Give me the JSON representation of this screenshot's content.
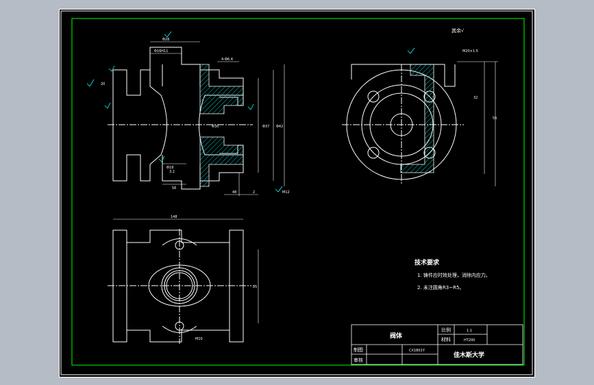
{
  "drawing": {
    "surface_note": "其余√",
    "technical_requirements": {
      "heading": "技术要求",
      "items": [
        "1. 铸件应时效处理，消除内应力。",
        "2. 未注圆角R3~R5。"
      ]
    },
    "title_block": {
      "part_name": "阀体",
      "scale_label": "比例",
      "scale_value": "1:1",
      "material_label": "材料",
      "material_value": "HT200",
      "drawn_label": "制图",
      "checked_label": "审核",
      "drawing_number": "CX1B01Y",
      "institution": "佳木斯大学"
    },
    "dimensions": {
      "top_d1": "Φ28",
      "top_d2": "Φ16H11",
      "thread_top": "4-Φ6.4",
      "bore_dia": "Φ30",
      "flange_dia_a": "Φ37",
      "flange_dia_b": "Φ42",
      "base_a": "Φ18",
      "left_w": "20",
      "mid_h": "56",
      "ra_a": "3.2",
      "bottom_w": "48",
      "thread_side": "M12",
      "bottom_dim": "2",
      "side_thread": "M20×1.5",
      "side_h1": "32",
      "side_h2": "56",
      "plan_len": "148",
      "plan_h": "85",
      "plan_hole": "M10"
    }
  },
  "colors": {
    "background": "#000000",
    "frame_outer": "#ffffff",
    "frame_inner": "#00ff00",
    "geometry": "#ffffff",
    "hatch": "#00c8c8",
    "dim": "#00ffff",
    "ui_bg": "#b6bcc6"
  }
}
